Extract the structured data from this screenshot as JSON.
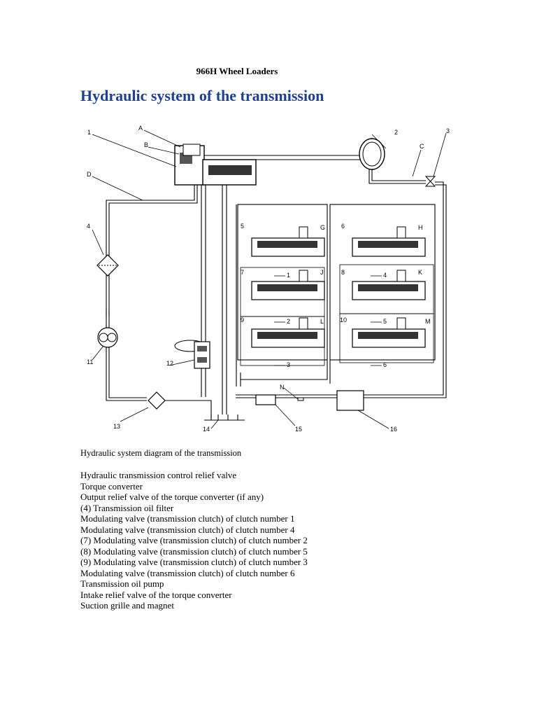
{
  "document": {
    "header": "966H Wheel Loaders",
    "title": "Hydraulic system of the transmission"
  },
  "diagram": {
    "labels": {
      "n1": "1",
      "n2": "2",
      "n3": "3",
      "n4": "4",
      "n5": "5",
      "n6": "6",
      "n7": "7",
      "n8": "8",
      "n9": "9",
      "n10": "10",
      "n11": "11",
      "n12": "12",
      "n13": "13",
      "n14": "14",
      "n15": "15",
      "n16": "16",
      "A": "A",
      "B": "B",
      "C": "C",
      "D": "D",
      "G": "G",
      "H": "H",
      "J": "J",
      "K": "K",
      "L": "L",
      "M": "M",
      "N": "N",
      "c1": "1",
      "c2": "2",
      "c3": "3",
      "c4": "4",
      "c5": "5",
      "c6": "6"
    }
  },
  "caption": "Hydraulic system diagram of the transmission",
  "parts_list": [
    "Hydraulic transmission control relief valve",
    "Torque converter",
    "Output relief valve of the torque converter (if any)",
    "(4) Transmission oil filter",
    "Modulating valve (transmission clutch) of clutch number 1",
    "Modulating valve (transmission clutch) of clutch number 4",
    "(7) Modulating valve (transmission clutch) of clutch number 2",
    "(8) Modulating valve (transmission clutch) of clutch number 5",
    "(9) Modulating valve (transmission clutch) of clutch number 3",
    "Modulating valve (transmission clutch) of clutch number 6",
    "Transmission oil pump",
    "Intake relief valve of the torque converter",
    "Suction grille and magnet"
  ]
}
